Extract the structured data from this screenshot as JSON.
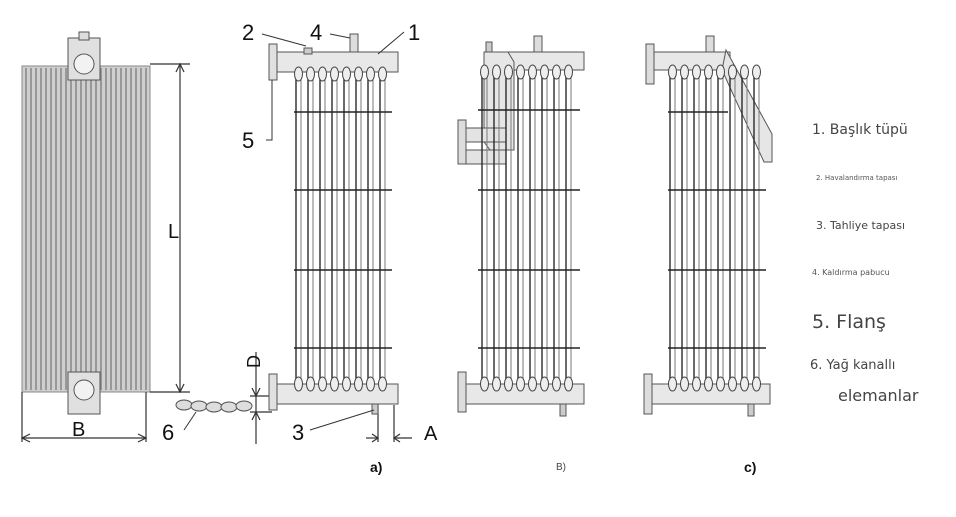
{
  "labels": {
    "num1": "1",
    "num2": "2",
    "num3": "3",
    "num4": "4",
    "num5": "5",
    "num6": "6",
    "dim_L": "L",
    "dim_B": "B",
    "dim_D": "D",
    "dim_A": "A",
    "variant_a": "a)",
    "variant_b": "B)",
    "variant_c": "c)"
  },
  "legend": {
    "item1": "1. Başlık tüpü",
    "item2": "2. Havalandırma tapası",
    "item3": "3. Tahliye tapası",
    "item4": "4. Kaldırma pabucu",
    "item5": "5. Flanş",
    "item6_line1": "6. Yağ kanallı",
    "item6_line2": "elemanlar"
  },
  "colors": {
    "line": "#555555",
    "fill": "#e6e6e6",
    "fin": "#b8b8b8",
    "dark": "#222222"
  }
}
